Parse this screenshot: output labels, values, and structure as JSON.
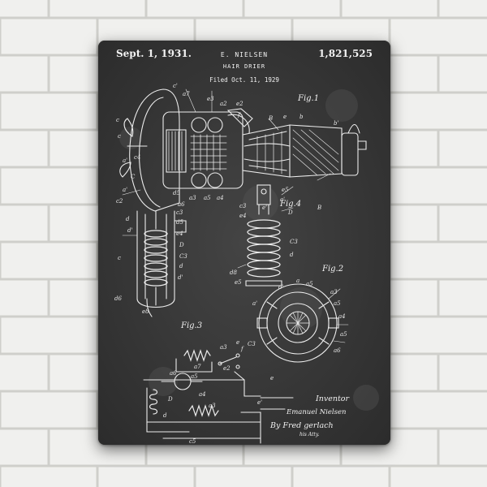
{
  "patent": {
    "date": "Sept. 1, 1931.",
    "inventor": "E. NIELSEN",
    "number": "1,821,525",
    "title": "HAIR DRIER",
    "filed": "Filed Oct. 11, 1929"
  },
  "figures": {
    "fig1": "Fig.1",
    "fig2": "Fig.2",
    "fig3": "Fig.3",
    "fig4": "Fig.4"
  },
  "signature": {
    "title": "Inventor",
    "name": "Emanuel Nielsen",
    "by": "By Fred gerlach",
    "attorney": "his Atty."
  },
  "colors": {
    "wall": "#f1f1ef",
    "mortar": "#d4d4d0",
    "poster": "#3a3a3a",
    "ink": "#f0f0f0"
  }
}
